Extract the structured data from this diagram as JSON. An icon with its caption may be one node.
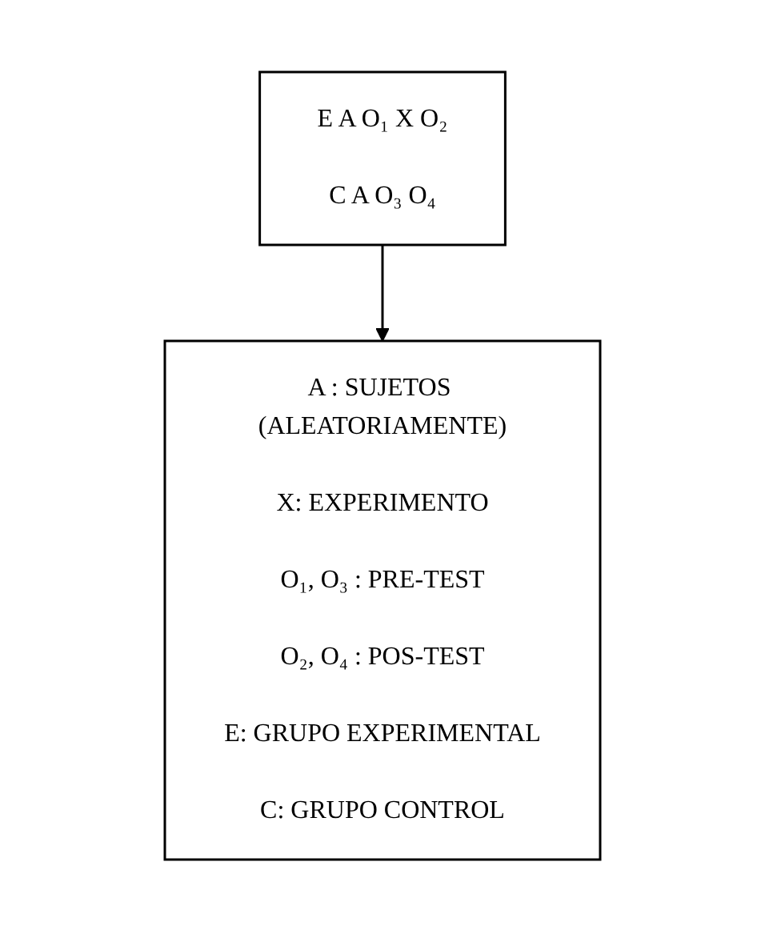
{
  "diagram": {
    "nodes": [
      {
        "text": [
          "E A O₁ X O₂",
          "C A O₃ O₄"
        ]
      },
      {
        "text": [
          "A : SUJETOS (ALEATORIAMENTE)",
          "X: EXPERIMENTO",
          "O₁, O₃ : PRE-TEST",
          "O₂, O₄ : POS-TEST",
          "E: GRUPO EXPERIMENTAL",
          "C: GRUPO CONTROL"
        ]
      }
    ],
    "edges": [
      {
        "from": 0,
        "to": 1,
        "arrow": "to"
      }
    ]
  }
}
